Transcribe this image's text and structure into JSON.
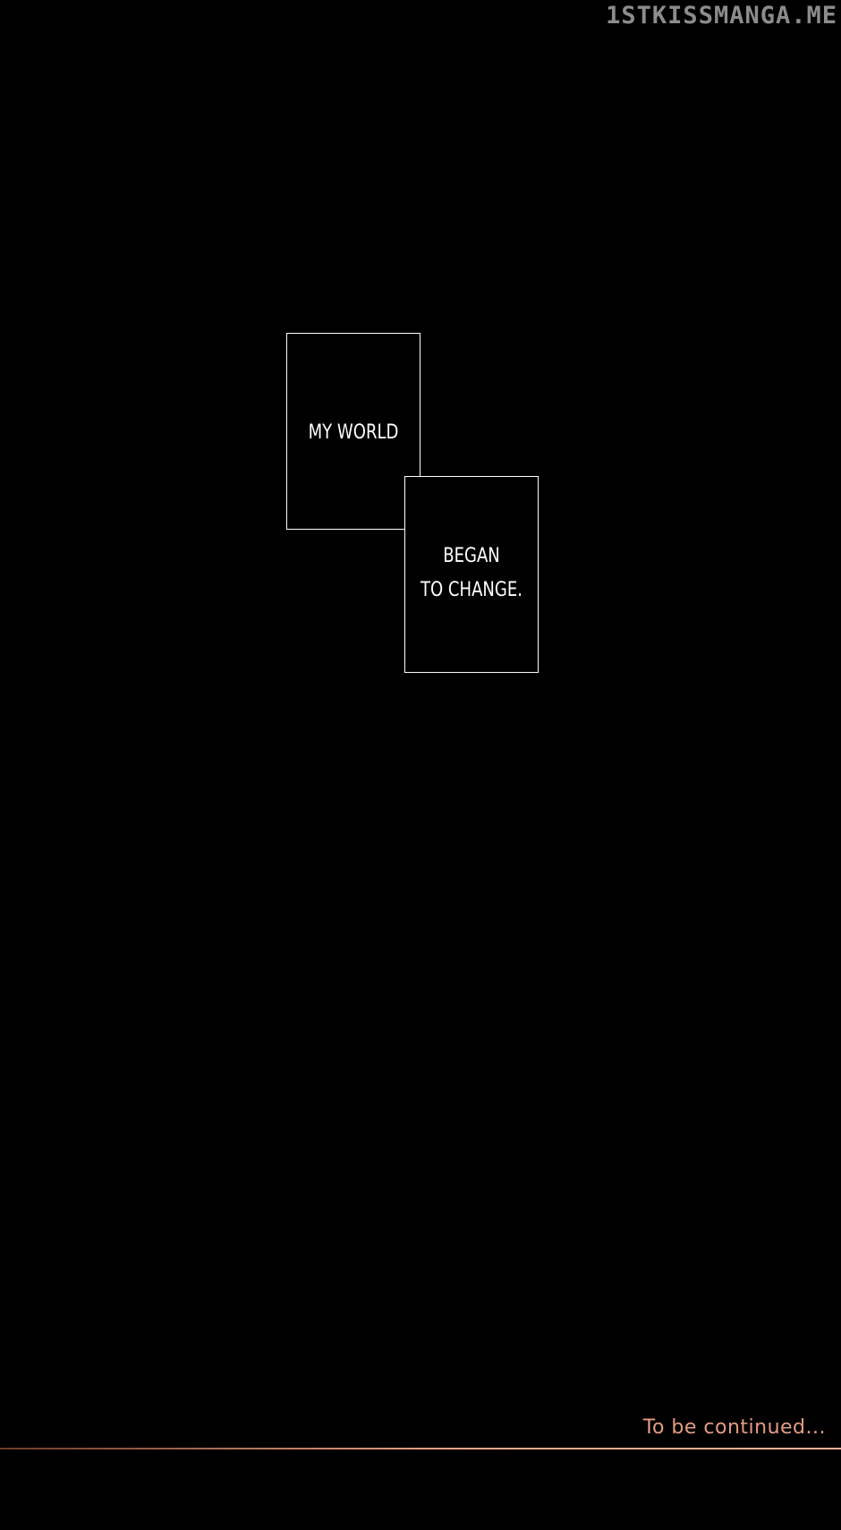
{
  "watermark": "1STKISSMANGA.ME",
  "panels": [
    {
      "lines": [
        "MY WORLD"
      ]
    },
    {
      "lines": [
        "BEGAN",
        "TO CHANGE."
      ]
    }
  ],
  "footer": {
    "text": "To be continued...",
    "color": "#e49c82"
  },
  "colors": {
    "background": "#000000",
    "panel_border": "#ffffff",
    "caption_text": "#ffffff",
    "watermark": "#8c8c8c"
  }
}
